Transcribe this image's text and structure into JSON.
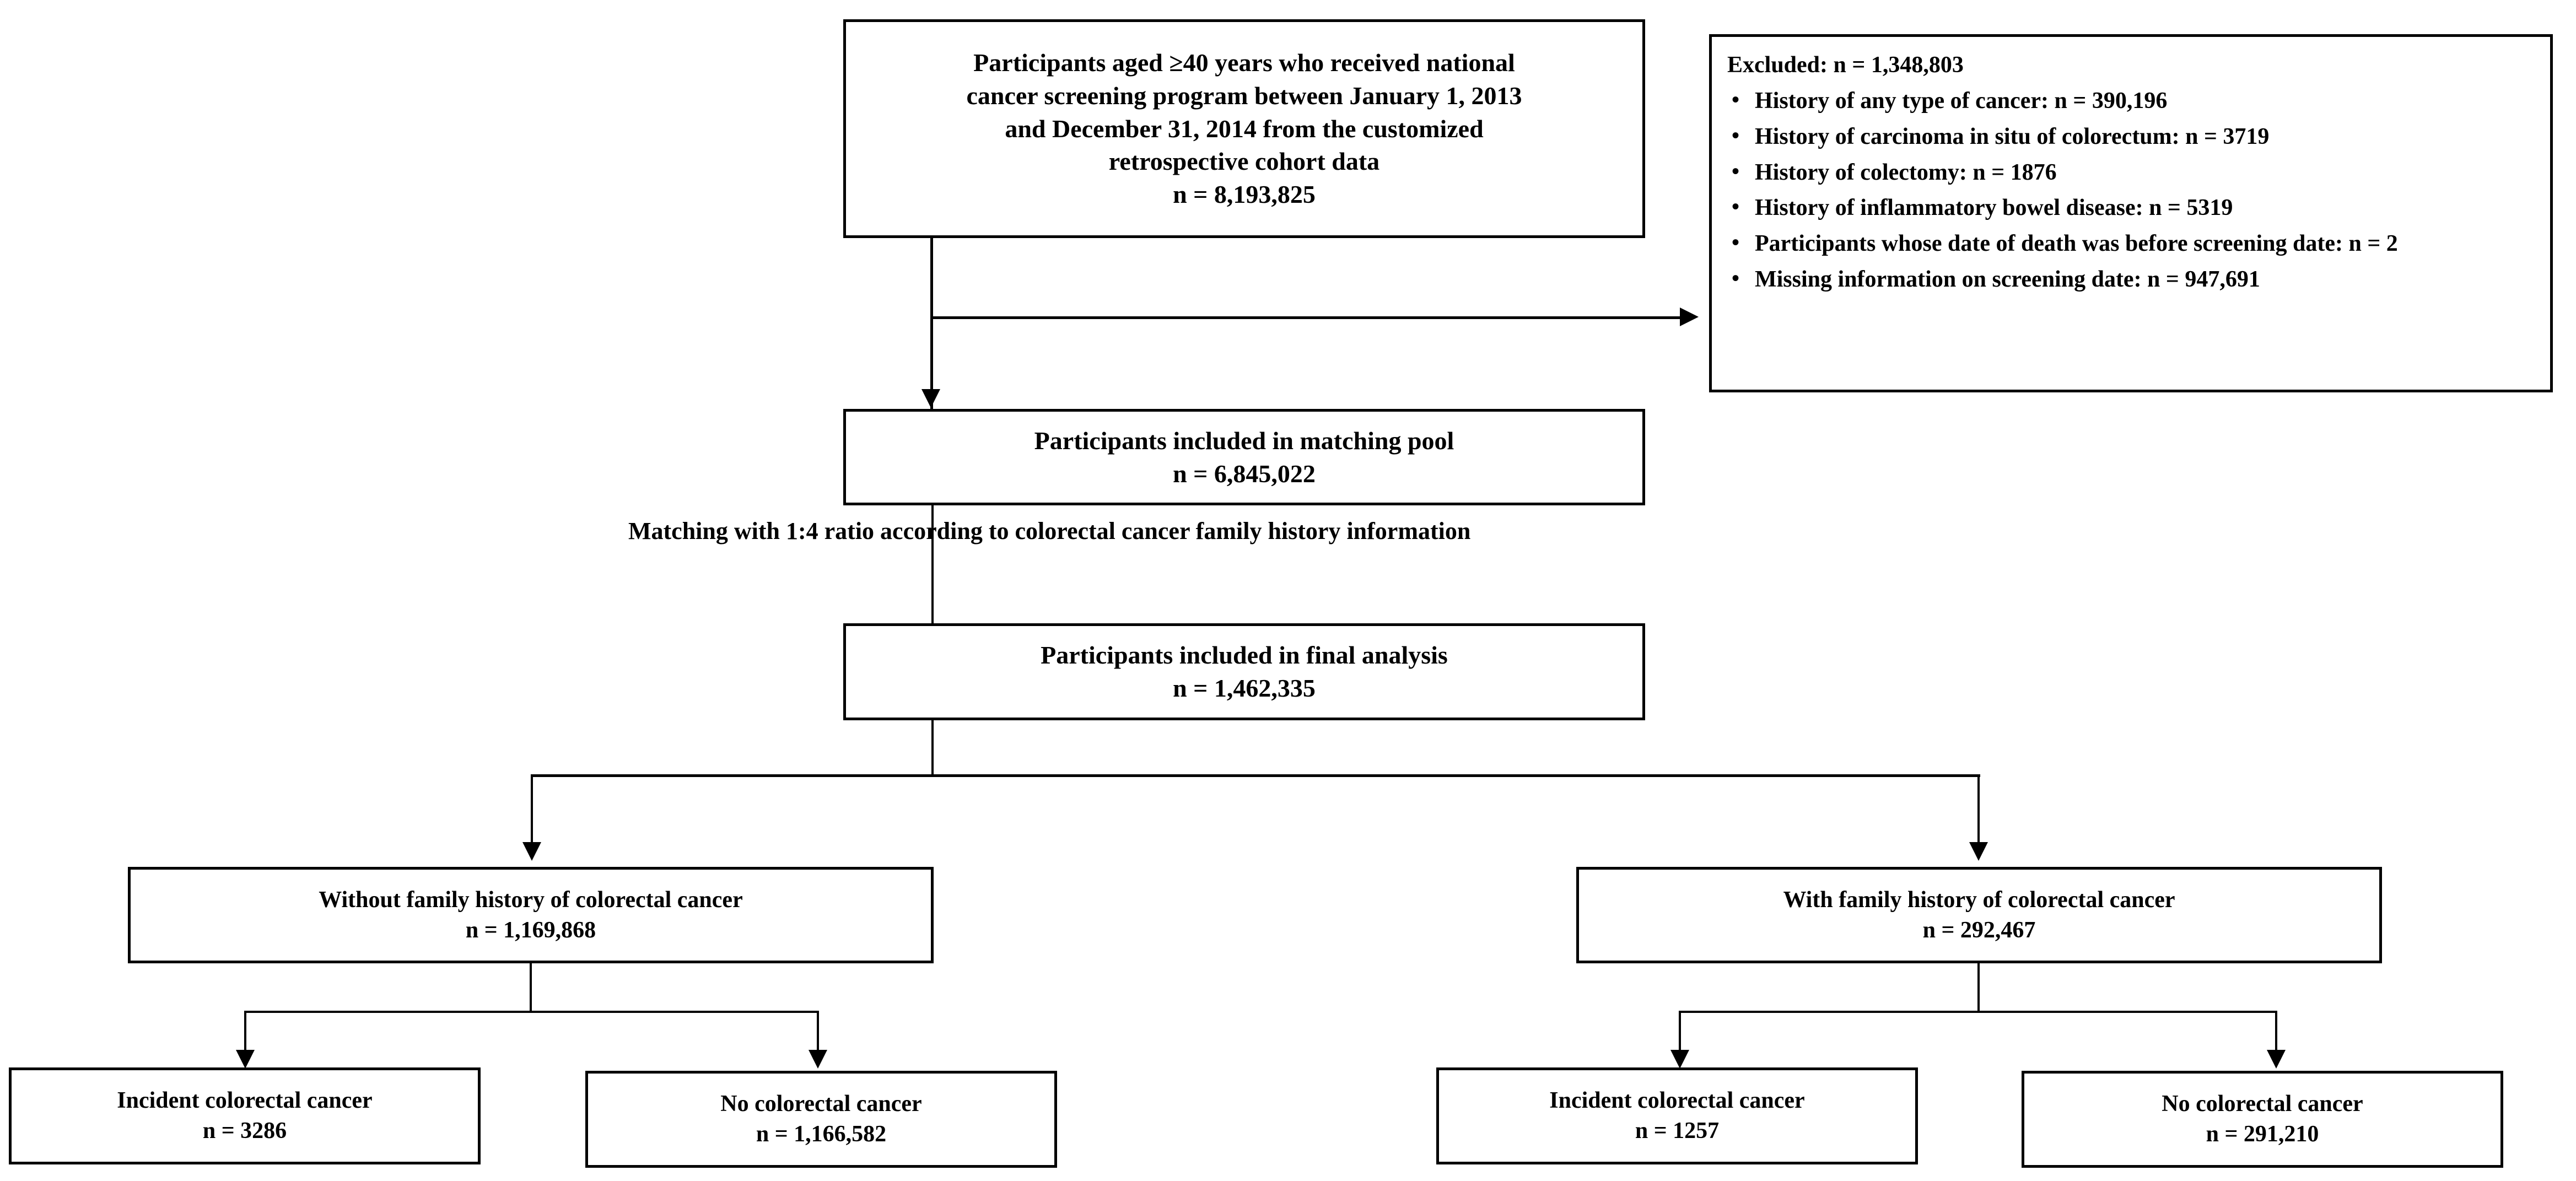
{
  "diagram": {
    "title": "Participant selection flow diagram",
    "colors": {
      "stroke": "#000000",
      "background": "#ffffff",
      "text": "#000000"
    },
    "nodes": {
      "source_cohort": {
        "line1": "Participants aged ≥40 years who received national",
        "line2": "cancer screening program between January 1, 2013",
        "line3": "and December 31, 2014 from the customized",
        "line4": "retrospective cohort data",
        "count": "n = 8,193,825"
      },
      "matching_pool": {
        "label": "Participants included in matching pool",
        "count": "n = 6,845,022"
      },
      "final_analysis": {
        "label": "Participants included in final analysis",
        "count": "n = 1,462,335"
      },
      "without_family_history": {
        "label": "Without family history of colorectal cancer",
        "count": "n = 1,169,868"
      },
      "with_family_history": {
        "label": "With family history of colorectal cancer",
        "count": "n = 292,467"
      },
      "no_fh_incident_crc": {
        "label": "Incident colorectal cancer",
        "count": "n = 3286"
      },
      "no_fh_no_crc": {
        "label": "No colorectal cancer",
        "count": "n = 1,166,582"
      },
      "fh_incident_crc": {
        "label": "Incident colorectal cancer",
        "count": "n = 1257"
      },
      "fh_no_crc": {
        "label": "No colorectal cancer",
        "count": "n = 291,210"
      }
    },
    "excluded": {
      "title": "Excluded: n = 1,348,803",
      "bullet_glyph": "•",
      "items": [
        "History of any type of cancer: n = 390,196",
        "History of carcinoma in situ of colorectum: n = 3719",
        "History of colectomy: n = 1876",
        "History of inflammatory bowel disease: n = 5319",
        "Participants whose date of death was before screening date: n = 2",
        "Missing information on screening date: n = 947,691"
      ]
    },
    "annotations": {
      "matching_rule_line1": "Matching with 1:4 ratio according to",
      "matching_rule_line2": "colorectal cancer family history information"
    }
  }
}
